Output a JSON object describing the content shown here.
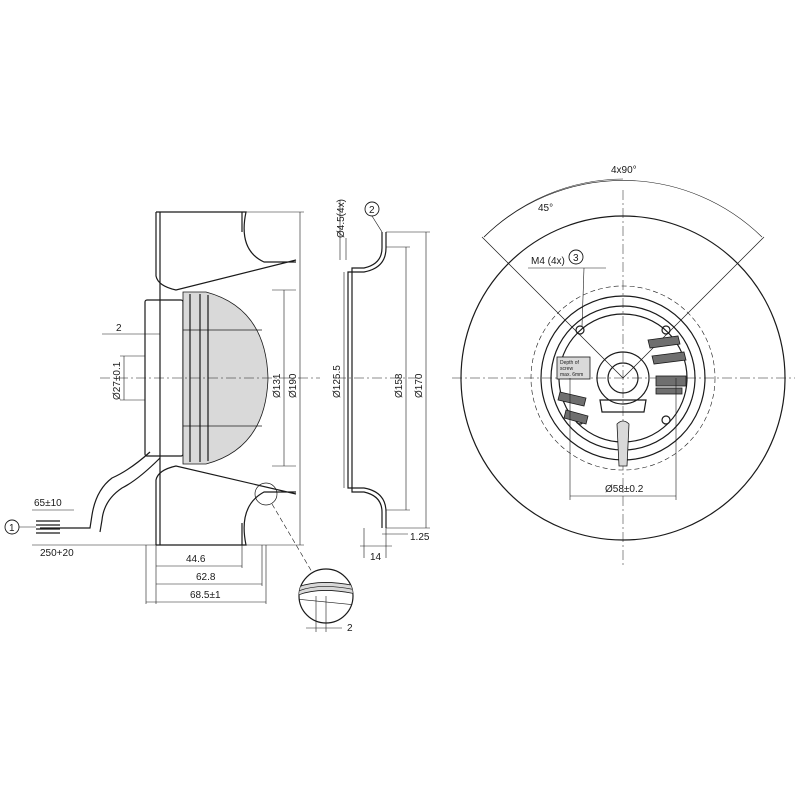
{
  "drawing": {
    "side_view": {
      "dims": {
        "d_2_top": "2",
        "d_27": "Ø27±0.1",
        "d_131": "Ø131",
        "d_190": "Ø190",
        "d_44_6": "44.6",
        "d_62_8": "62.8",
        "d_68_5": "68.5±1",
        "d_65": "65±10",
        "d_250": "250+20",
        "d_detail_2": "2"
      },
      "callout": "1"
    },
    "section_view": {
      "dims": {
        "d_4_5": "Ø4.5(4x)",
        "d_125_5": "Ø125.5",
        "d_158": "Ø158",
        "d_170": "Ø170",
        "d_14": "14",
        "d_1_25": "1.25"
      },
      "callout": "2"
    },
    "front_view": {
      "dims": {
        "angle_4x90": "4x90°",
        "angle_45": "45°",
        "m4": "M4 (4x)",
        "d_58": "Ø58±0.2"
      },
      "callout": "3",
      "label_lines": [
        "Depth of",
        "screw",
        "max. 6mm"
      ]
    }
  }
}
